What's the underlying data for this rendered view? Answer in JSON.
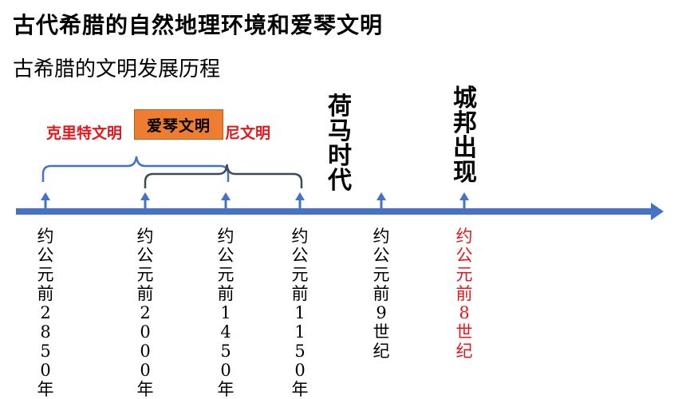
{
  "slide": {
    "title": "古代希腊的自然地理环境和爱琴文明",
    "subtitle": "古希腊的文明发展历程"
  },
  "colors": {
    "timeline": "#4472c4",
    "bracket_dark": "#404a57",
    "highlight_red": "#e8151b",
    "box_orange": "#ed7d31"
  },
  "eras": {
    "crete": "克里特文明",
    "mycenae_fragment": "尼文明",
    "aegean": "爱琴文明"
  },
  "events": {
    "homeric_age": "荷马时代",
    "city_states": "城邦出现"
  },
  "dates": [
    {
      "text": "约公元前2850年"
    },
    {
      "text": "约公元前2000年"
    },
    {
      "text": "约公元前1450年"
    },
    {
      "text": "约公元前1150年"
    },
    {
      "text": "约公元前9世纪"
    },
    {
      "text": "约公元前8世纪",
      "highlight": true
    }
  ]
}
